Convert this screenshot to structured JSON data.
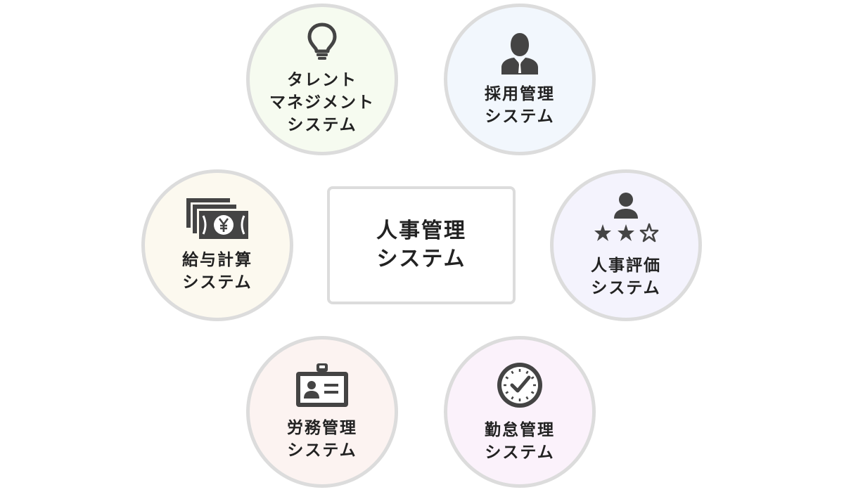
{
  "center": {
    "line1": "人事管理",
    "line2": "システム"
  },
  "nodes": {
    "talent": {
      "icon": "lightbulb-icon",
      "line1": "タレント",
      "line2": "マネジメント",
      "line3": "システム",
      "bg": "#f6fbf0"
    },
    "recruit": {
      "icon": "businessman-icon",
      "line1": "採用管理",
      "line2": "システム",
      "bg": "#f2f7fd"
    },
    "payroll": {
      "icon": "yen-banknotes-icon",
      "line1": "給与計算",
      "line2": "システム",
      "bg": "#fcf9ef"
    },
    "eval": {
      "icon": "person-rating-stars-icon",
      "line1": "人事評価",
      "line2": "システム",
      "bg": "#f4f3fd"
    },
    "labor": {
      "icon": "id-badge-icon",
      "line1": "労務管理",
      "line2": "システム",
      "bg": "#fcf3f1"
    },
    "attend": {
      "icon": "clock-icon",
      "line1": "勤怠管理",
      "line2": "システム",
      "bg": "#fbf2fb"
    }
  },
  "colors": {
    "border": "#dcdcdc",
    "icon": "#444444",
    "text": "#222222"
  }
}
